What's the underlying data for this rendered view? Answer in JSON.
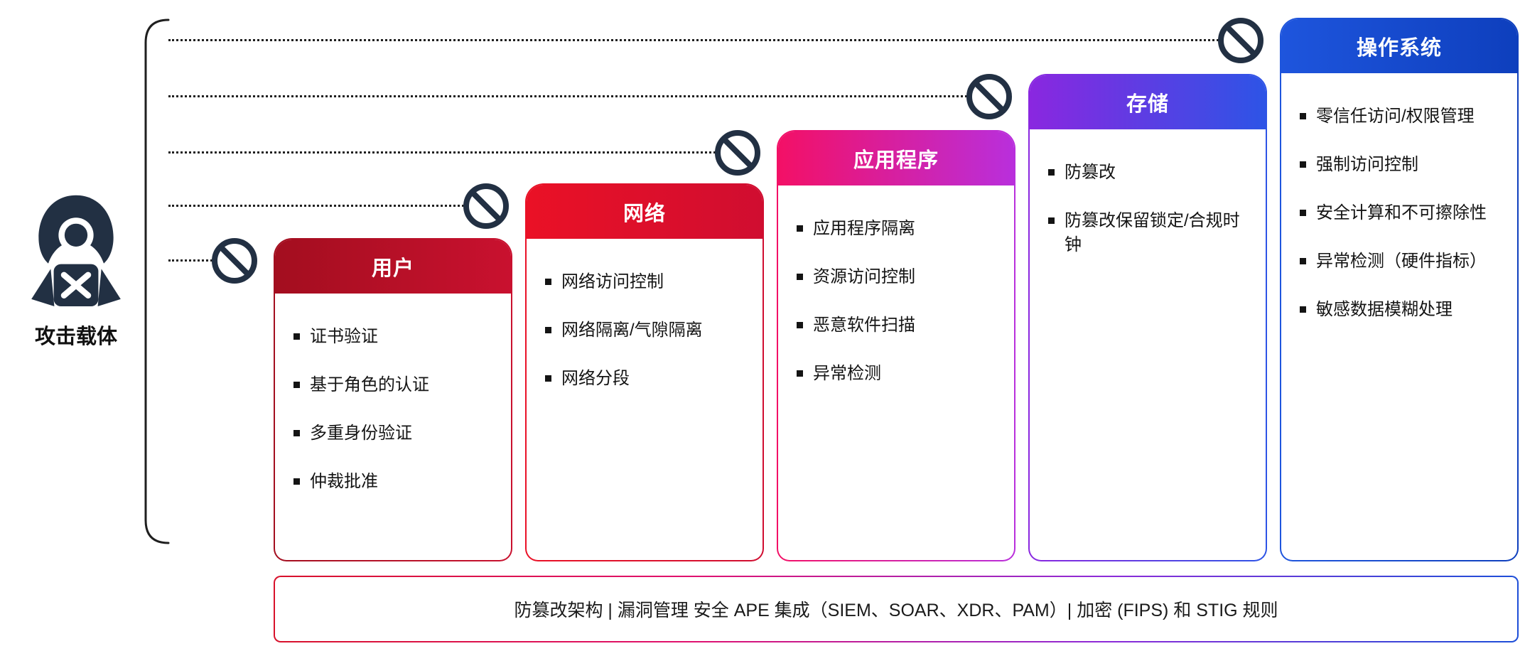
{
  "attack_vector": {
    "label": "攻击载体"
  },
  "icons": {
    "attacker": "hooded-attacker-with-laptop",
    "blocked": "no-entry-sign",
    "grouping": "curly-bracket"
  },
  "layers": [
    {
      "title": "用户",
      "color_start": "#a30e1f",
      "color_end": "#c9112f",
      "items": [
        "证书验证",
        "基于角色的认证",
        "多重身份验证",
        "仲裁批准"
      ]
    },
    {
      "title": "网络",
      "color_start": "#ea1126",
      "color_end": "#d00d30",
      "items": [
        "网络访问控制",
        "网络隔离/气隙隔离",
        "网络分段"
      ]
    },
    {
      "title": "应用程序",
      "color_start": "#f31066",
      "color_end": "#b92fdc",
      "items": [
        "应用程序隔离",
        "资源访问控制",
        "恶意软件扫描",
        "异常检测"
      ]
    },
    {
      "title": "存储",
      "color_start": "#8a27e0",
      "color_end": "#2d54e6",
      "items": [
        "防篡改",
        "防篡改保留锁定/合规时钟"
      ]
    },
    {
      "title": "操作系统",
      "color_start": "#1e55dd",
      "color_end": "#0e3fbd",
      "items": [
        "零信任访问/权限管理",
        "强制访问控制",
        "安全计算和不可擦除性",
        "异常检测（硬件指标）",
        "敏感数据模糊处理"
      ]
    }
  ],
  "footer": {
    "text": "防篡改架构 | 漏洞管理 安全 APE 集成（SIEM、SOAR、XDR、PAM）| 加密 (FIPS) 和 STIG 规则",
    "border_colors": [
      "#d8112b",
      "#e0116e",
      "#8d2bd8",
      "#1d4ed8"
    ]
  },
  "sign_color": "#223043"
}
